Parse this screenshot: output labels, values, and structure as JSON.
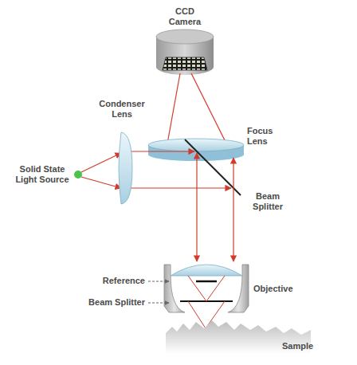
{
  "diagram": {
    "labels": [
      "CCD Camera",
      "Focus Lens",
      "Condenser Lens",
      "Solid State Light Source",
      "Beam Splitter",
      "Reference",
      "Beam Splitter",
      "Objective",
      "Sample"
    ]
  }
}
